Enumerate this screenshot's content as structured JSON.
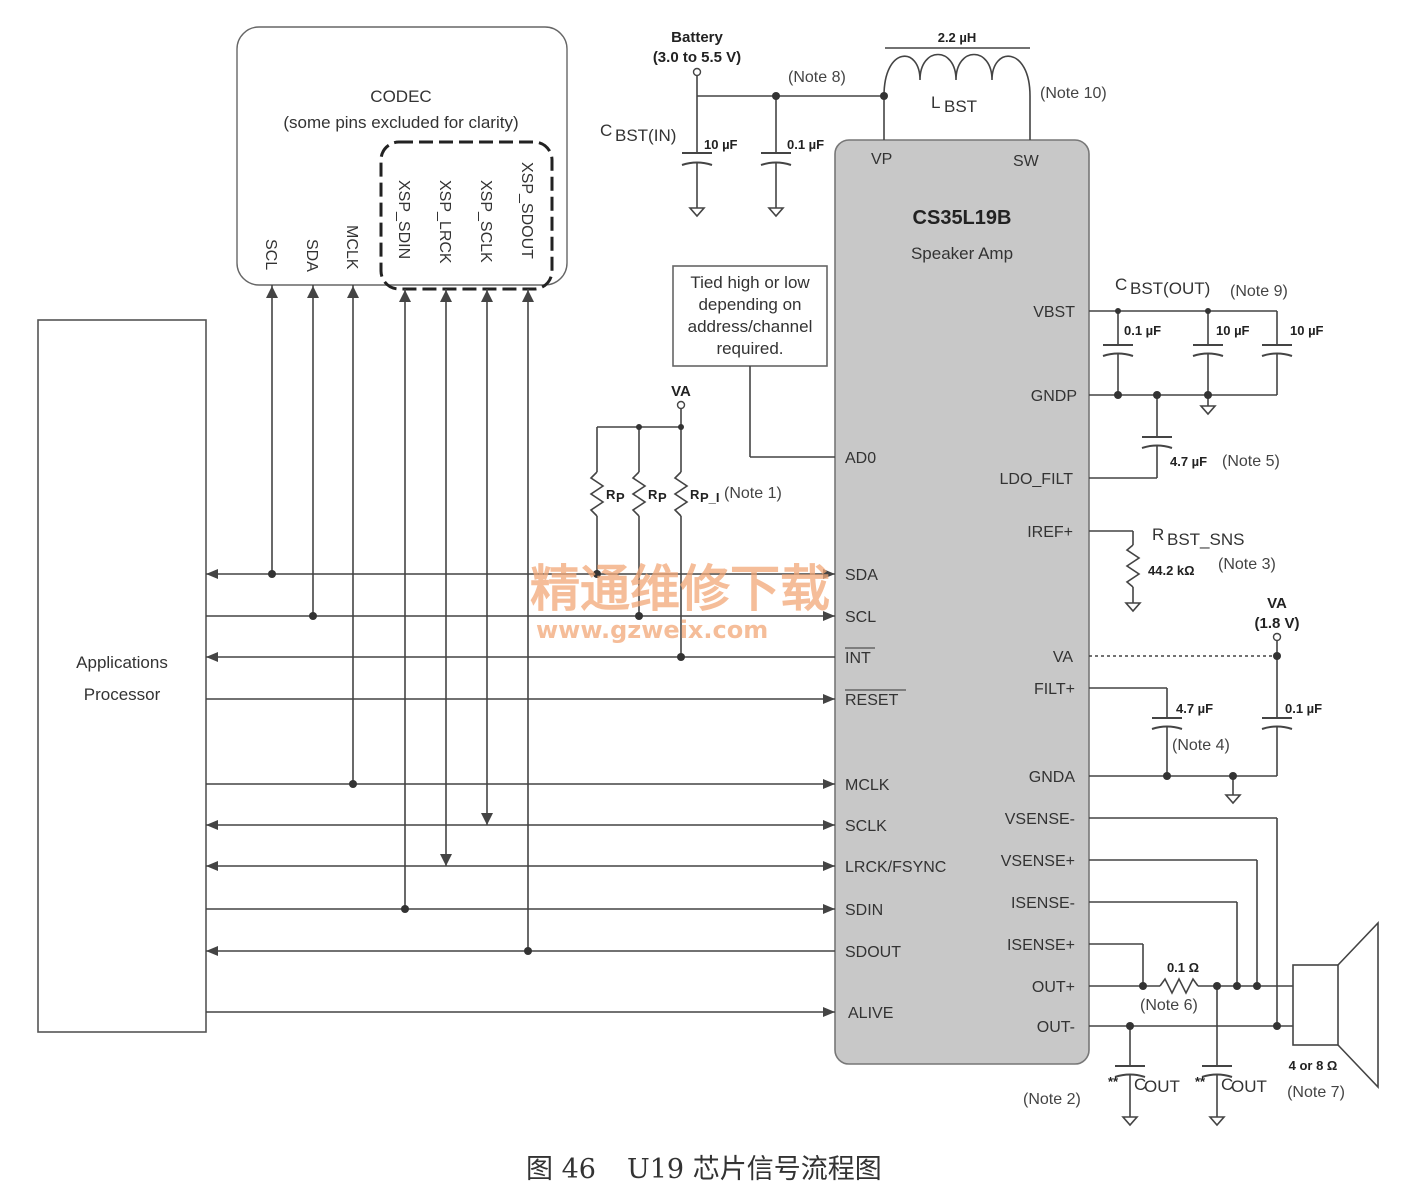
{
  "codec": {
    "title": "CODEC",
    "subtitle": "(some pins excluded for clarity)",
    "pins": [
      "SCL",
      "SDA",
      "MCLK",
      "XSP_SDIN",
      "XSP_LRCK",
      "XSP_SCLK",
      "XSP_SDOUT"
    ]
  },
  "ap": {
    "line1": "Applications",
    "line2": "Processor"
  },
  "amp": {
    "title": "CS35L19B",
    "subtitle": "Speaker Amp",
    "top_pins": [
      "VP",
      "SW"
    ],
    "left_pins": [
      "AD0",
      "SDA",
      "SCL",
      "INT",
      "RESET",
      "MCLK",
      "SCLK",
      "LRCK/FSYNC",
      "SDIN",
      "SDOUT",
      "ALIVE"
    ],
    "right_pins": [
      "VBST",
      "GNDP",
      "LDO_FILT",
      "IREF+",
      "VA",
      "FILT+",
      "GNDA",
      "VSENSE-",
      "VSENSE+",
      "ISENSE-",
      "ISENSE+",
      "OUT+",
      "OUT-"
    ]
  },
  "battery": {
    "label": "Battery",
    "range": "(3.0 to 5.5 V)"
  },
  "inductor": {
    "value": "2.2 µH",
    "name": "L",
    "sub": "BST"
  },
  "cbst_in": {
    "name": "C",
    "sub": "BST(IN)",
    "c1": "10 µF",
    "c2": "0.1 µF"
  },
  "cbst_out": {
    "name": "C",
    "sub": "BST(OUT)",
    "c1": "0.1 µF",
    "c2": "10 µF",
    "c3": "10 µF"
  },
  "ldo_cap": "4.7 µF",
  "rbst": {
    "name": "R",
    "sub": "BST_SNS",
    "value": "44.2 kΩ"
  },
  "va_top": {
    "label": "VA"
  },
  "va_right": {
    "label": "VA",
    "volt": "(1.8 V)"
  },
  "pullups": {
    "r1": "R",
    "r1s": "P",
    "r2": "R",
    "r2s": "P",
    "r3": "R",
    "r3s": "P_I"
  },
  "tied_box": [
    "Tied high or low",
    "depending on",
    "address/channel",
    "required."
  ],
  "filt_caps": {
    "c1": "4.7 µF",
    "c2": "0.1 µF"
  },
  "sense_res": "0.1 Ω",
  "cout": {
    "name": "C",
    "sub": "OUT",
    "marks": "**"
  },
  "speaker": {
    "imp": "4 or 8 Ω"
  },
  "notes": {
    "n1": "(Note 1)",
    "n2": "(Note 2)",
    "n3": "(Note 3)",
    "n4": "(Note 4)",
    "n5": "(Note 5)",
    "n6": "(Note 6)",
    "n7": "(Note 7)",
    "n8": "(Note 8)",
    "n9": "(Note 9)",
    "n10": "(Note 10)"
  },
  "watermark": {
    "cn": "精通维修下载",
    "url": "www.gzweix.com"
  },
  "caption": {
    "fig": "图 46",
    "title": "U19 芯片信号流程图"
  }
}
